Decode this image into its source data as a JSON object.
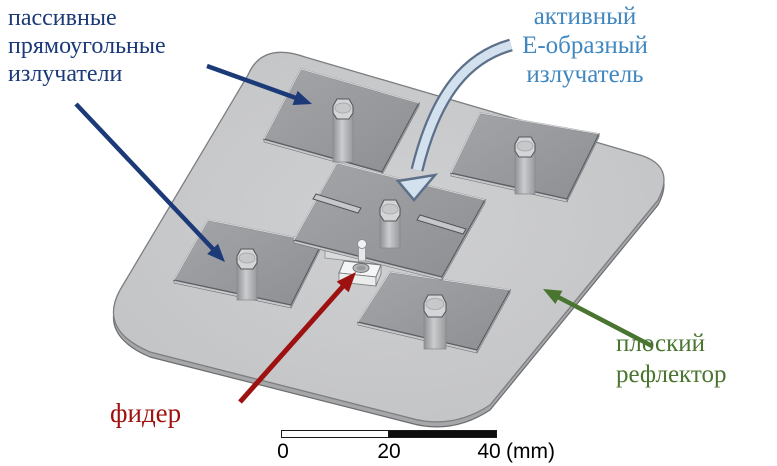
{
  "figure": {
    "labels": {
      "passive_radiators": {
        "lines": [
          "пассивные",
          "прямоугольные",
          "излучатели"
        ]
      },
      "active_radiator": {
        "lines": [
          "активный",
          "Е-образный",
          "излучатель"
        ]
      },
      "flat_reflector": {
        "lines": [
          "плоский",
          "рефлектор"
        ]
      },
      "feeder": {
        "lines": [
          "фидер"
        ]
      }
    },
    "scale_bar": {
      "ticks": [
        "0",
        "20",
        "40"
      ],
      "units": "(mm)"
    },
    "colors": {
      "passive_label": "#1c3a78",
      "active_label": "#4187bf",
      "reflector_label": "#4a7530",
      "feeder_label": "#9e1111",
      "active_arrow_fill": "#d3e1ef",
      "active_arrow_outline": "#5d7089",
      "scale_text": "#000000"
    }
  }
}
